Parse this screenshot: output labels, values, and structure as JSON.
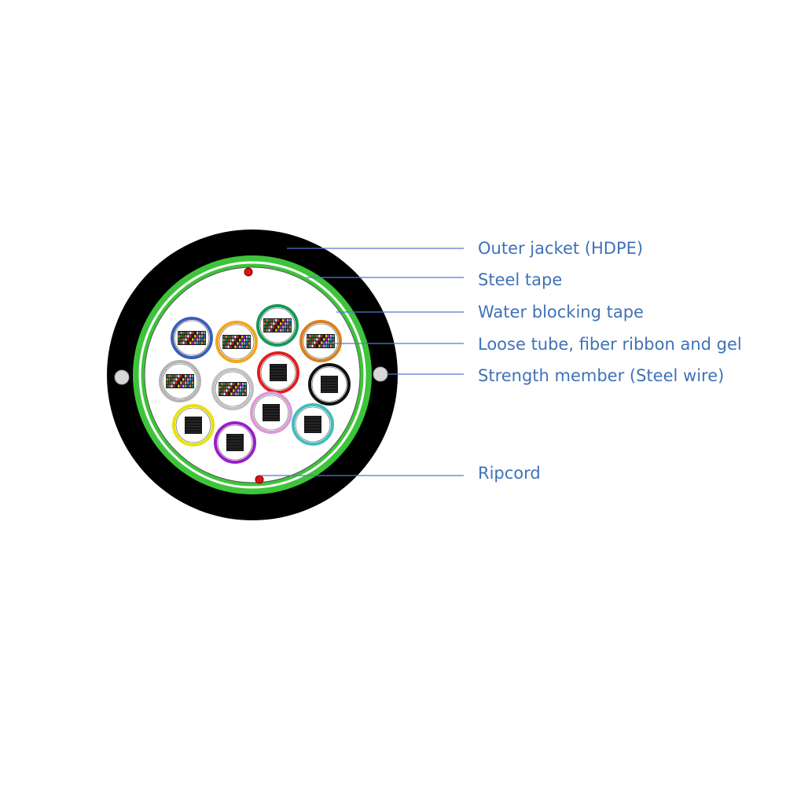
{
  "colors": {
    "jacket": "#000000",
    "steel_tape": "#3ec43a",
    "core_fill": "#ffffff",
    "label_text": "#3f72b8",
    "leader_line": "#4f7ad0",
    "ripcord": "#e01010",
    "strength_member": "#d8d8d8"
  },
  "labels": [
    {
      "id": "outer-jacket",
      "text": "Outer jacket (HDPE)"
    },
    {
      "id": "steel-tape",
      "text": "Steel tape"
    },
    {
      "id": "water-blocking-tape",
      "text": "Water blocking tape"
    },
    {
      "id": "loose-tube",
      "text": "Loose tube, fiber ribbon and gel"
    },
    {
      "id": "strength-member",
      "text": "Strength member (Steel wire)"
    },
    {
      "id": "ripcord",
      "text": "Ripcord"
    }
  ],
  "tubes": [
    {
      "color": "#3b5fb5",
      "contents": "ribbon"
    },
    {
      "color": "#f2a51c",
      "contents": "ribbon"
    },
    {
      "color": "#119a55",
      "contents": "ribbon"
    },
    {
      "color": "#d8801c",
      "contents": "ribbon"
    },
    {
      "color": "#b4b4b4",
      "contents": "ribbon"
    },
    {
      "color": "#c0c0c0",
      "contents": "ribbon"
    },
    {
      "color": "#e01e1e",
      "contents": "square"
    },
    {
      "color": "#111111",
      "contents": "square"
    },
    {
      "color": "#e7e20c",
      "contents": "square"
    },
    {
      "color": "#da9ad6",
      "contents": "square"
    },
    {
      "color": "#3fbdbd",
      "contents": "square"
    },
    {
      "color": "#9a1ec9",
      "contents": "square"
    }
  ]
}
